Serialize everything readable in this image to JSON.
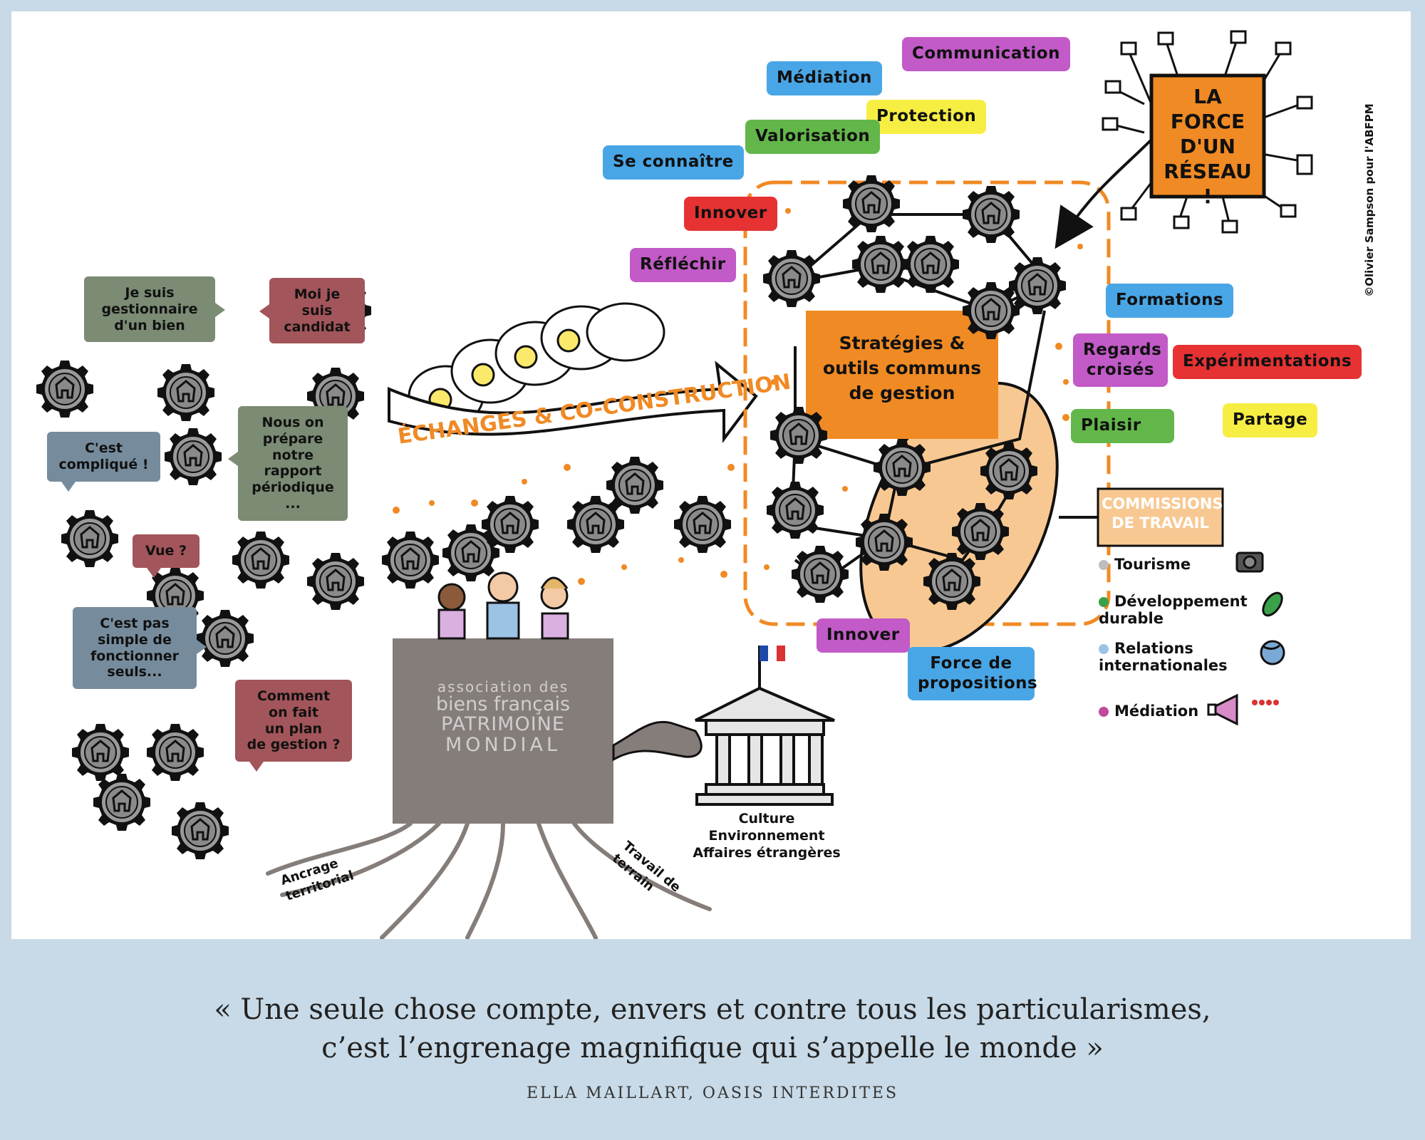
{
  "colors": {
    "frame": "#c8dae7",
    "orange": "#f08a24",
    "gear": "#8f8f8f",
    "gear_dark": "#6f6f6f",
    "box_grey": "#857d79"
  },
  "topics": {
    "communication": "Communication",
    "mediation": "Médiation",
    "protection": "Protection",
    "valorisation": "Valorisation",
    "se_connaitre": "Se connaître",
    "innover_top": "Innover",
    "reflechir": "Réfléchir",
    "formations": "Formations",
    "regards_croises": "Regards croisés",
    "experimentations": "Expérimentations",
    "plaisir": "Plaisir",
    "partage": "Partage",
    "innover_bottom": "Innover",
    "force_propositions": "Force de propositions"
  },
  "reseau": {
    "label": "La force d'un réseau !"
  },
  "strategies": {
    "label": "Stratégies & outils communs de gestion"
  },
  "exchange_arrow": {
    "label": "Échanges & co-construction"
  },
  "commissions": {
    "title": "Commissions de travail",
    "items": [
      {
        "label": "Tourisme",
        "color": "#bdbdbd",
        "icon": "camera-icon"
      },
      {
        "label": "Développement durable",
        "color": "#3aa04a",
        "icon": "leaf-icon"
      },
      {
        "label": "Relations internationales",
        "color": "#9cc3e6",
        "icon": "globe-icon"
      },
      {
        "label": "Médiation",
        "color": "#c04a9a",
        "icon": "megaphone-icon"
      }
    ]
  },
  "bubbles": {
    "gestionnaire": "Je suis\ngestionnaire\nd'un bien",
    "candidat": "Moi je\nsuis\ncandidat",
    "rapport": "Nous on\nprépare\nnotre\nrapport\npériodique\n...",
    "complique": "C'est\ncompliqué !",
    "vue": "Vue ?",
    "simple": "C'est pas\nsimple de\nfonctionner\nseuls...",
    "plan": "Comment\non fait\nun plan\nde gestion ?"
  },
  "association": {
    "line1": "association des",
    "line2": "biens français",
    "line3": "PATRIMOINE",
    "line4": "MONDIAL"
  },
  "ministries": "Culture\nEnvironnement\nAffaires étrangères",
  "roots": {
    "left": "Ancrage\nterritorial",
    "right": "Travail de\nterrain"
  },
  "credit": "©Olivier Sampson pour l'ABFPM",
  "quote": {
    "line1": "« Une seule chose compte, envers et contre tous les particularismes,",
    "line2": "c’est l’engrenage magnifique qui s’appelle le monde »",
    "attribution": "ELLA MAILLART, OASIS INTERDITES"
  }
}
